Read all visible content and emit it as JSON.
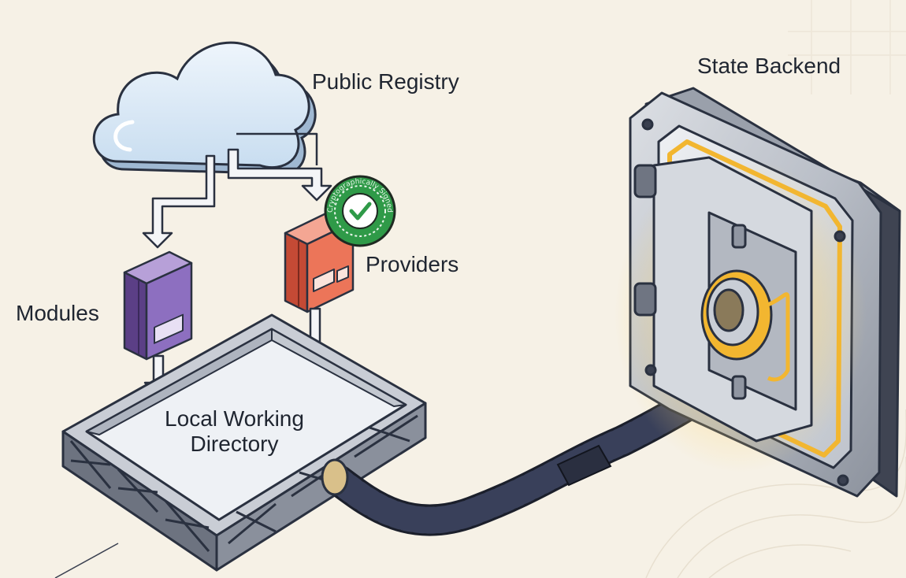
{
  "labels": {
    "public_registry": "Public Registry",
    "state_backend": "State Backend",
    "providers": "Providers",
    "modules": "Modules",
    "local_working_directory_line1": "Local Working",
    "local_working_directory_line2": "Directory"
  },
  "badge": {
    "text": "Cryptographically Signed",
    "icon": "check-icon"
  },
  "colors": {
    "background": "#f6f1e6",
    "cloud": "#dbe9f6",
    "modules": "#7a5ba8",
    "providers": "#e56a50",
    "badge": "#2f9a48",
    "vault_glow": "#f2b630",
    "metal": "#7f8591",
    "cable": "#2c3142"
  }
}
